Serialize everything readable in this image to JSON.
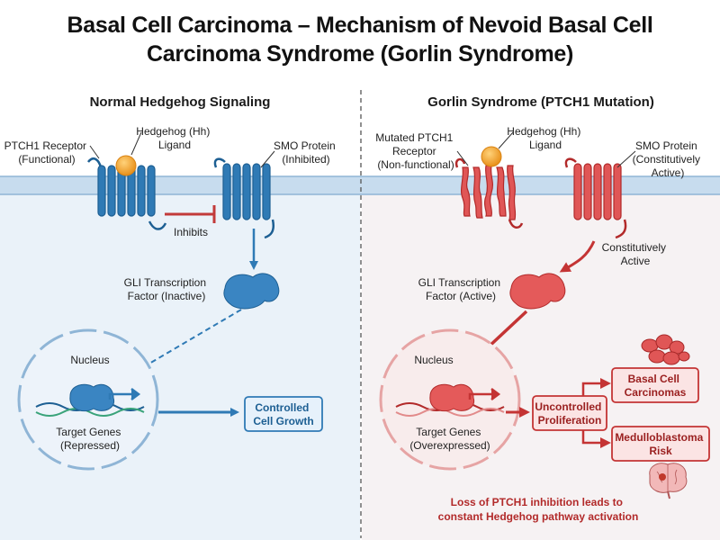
{
  "title": {
    "line1": "Basal Cell Carcinoma – Mechanism of Nevoid Basal Cell",
    "line2": "Carcinoma Syndrome (Gorlin Syndrome)"
  },
  "colors": {
    "normal_blue": "#2f7ab5",
    "normal_blue_dark": "#1d5f93",
    "mutant_red": "#d94848",
    "mutant_red_dark": "#b22a2a",
    "membrane": "#c7dcee",
    "background_left": "#eaf2f9",
    "background_right": "#f6f2f3",
    "ligand_orange": "#f5a623"
  },
  "normal": {
    "heading": "Normal Hedgehog Signaling",
    "ptch1_label": [
      "PTCH1 Receptor",
      "(Functional)"
    ],
    "ligand_label": [
      "Hedgehog (Hh)",
      "Ligand"
    ],
    "smo_label": [
      "SMO Protein",
      "(Inhibited)"
    ],
    "inhibits_label": "Inhibits",
    "gli_label": [
      "GLI Transcription",
      "Factor (Inactive)"
    ],
    "nucleus_label": "Nucleus",
    "genes_label": [
      "Target Genes",
      "(Repressed)"
    ],
    "outcome_label": [
      "Controlled",
      "Cell Growth"
    ]
  },
  "gorlin": {
    "heading": "Gorlin Syndrome (PTCH1 Mutation)",
    "ptch1_label": [
      "Mutated PTCH1",
      "Receptor",
      "(Non-functional)"
    ],
    "ligand_label": [
      "Hedgehog (Hh)",
      "Ligand"
    ],
    "smo_label": [
      "SMO Protein",
      "(Constitutively",
      "Active)"
    ],
    "constitutive_label": [
      "Constitutively",
      "Active"
    ],
    "gli_label": [
      "GLI Transcription",
      "Factor (Active)"
    ],
    "nucleus_label": "Nucleus",
    "genes_label": [
      "Target Genes",
      "(Overexpressed)"
    ],
    "proliferation_label": [
      "Uncontrolled",
      "Proliferation"
    ],
    "outcome1_label": [
      "Basal Cell",
      "Carcinomas"
    ],
    "outcome2_label": [
      "Medulloblastoma",
      "Risk"
    ],
    "summary": [
      "Loss of PTCH1 inhibition leads to",
      "constant Hedgehog pathway activation"
    ]
  }
}
